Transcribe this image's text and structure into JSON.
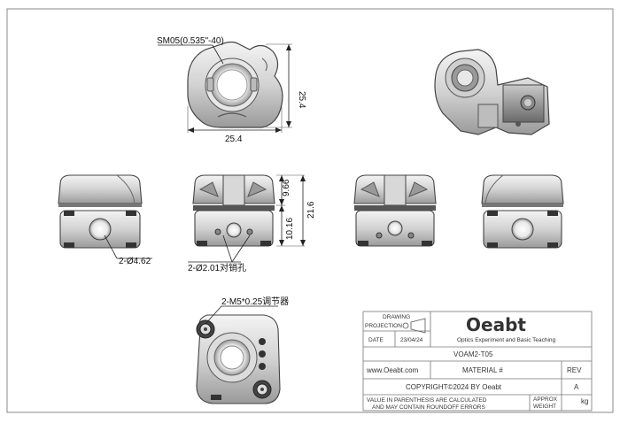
{
  "dimensions": {
    "thread": "SM05(0.535\"-40)",
    "height_top": "25.4",
    "width_top": "25.4",
    "width_side": "9.66",
    "height_total": "21.6",
    "height_lower": "10.16",
    "hole_dia": "2-Ø4.62",
    "pin_hole": "2-Ø2.01对销孔",
    "adjust_screw": "2-M5*0.25调节器"
  },
  "title_block": {
    "drawing": "DRAWING",
    "projection": "PROJECTION",
    "date_label": "DATE",
    "date_value": "23/04/24",
    "brand": "Oeabt",
    "tagline": "Optics Experiment and Basic Teaching",
    "part_no": "VOAM2-T05",
    "website": "www.Oeabt.com",
    "material_label": "MATERIAL #",
    "rev_label": "REV",
    "rev_value": "A",
    "copyright": "COPYRIGHT©2024 BY Oeabt",
    "disclaimer_1": "VALUE IN PARENTHESIS ARE CALCULATED",
    "disclaimer_2": "AND MAY CONTAIN ROUNDOFF ERRORS",
    "weight_label_1": "APPROX",
    "weight_label_2": "WEIGHT",
    "weight_unit": "kg"
  }
}
